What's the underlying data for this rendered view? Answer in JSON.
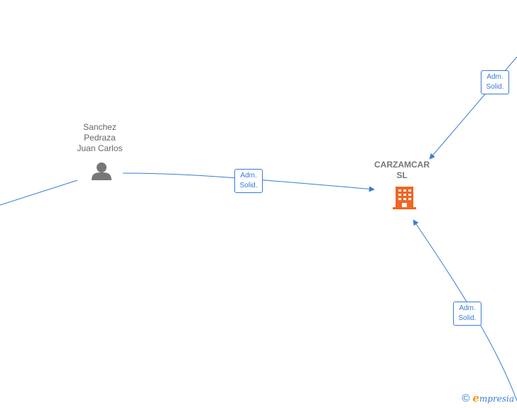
{
  "nodes": {
    "person": {
      "line1": "Sanchez",
      "line2": "Pedraza",
      "line3": "Juan Carlos",
      "icon": "person-icon"
    },
    "company": {
      "line1": "CARZAMCAR",
      "line2": "SL",
      "icon": "building-icon"
    }
  },
  "edges": [
    {
      "role_line1": "Adm.",
      "role_line2": "Solid."
    },
    {
      "role_line1": "Adm.",
      "role_line2": "Solid."
    },
    {
      "role_line1": "Adm.",
      "role_line2": "Solid."
    }
  ],
  "colors": {
    "edge": "#3a7bd5",
    "company_icon": "#f26522",
    "person_icon": "#777777"
  },
  "branding": {
    "copyright_symbol": "©",
    "brand_initial": "e",
    "brand_rest": "mpresia"
  }
}
